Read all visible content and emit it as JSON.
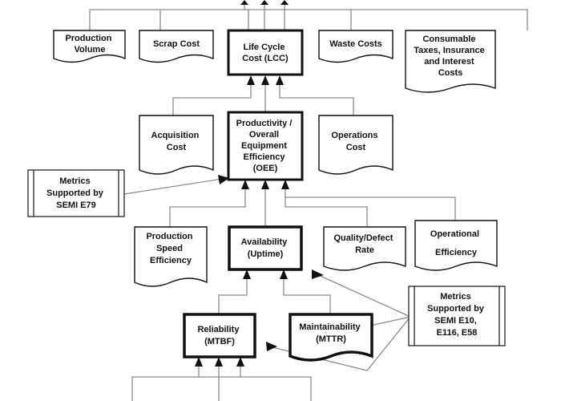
{
  "diagram": {
    "nodes": {
      "production_volume": {
        "lines": [
          "Production",
          "Volume"
        ]
      },
      "scrap_cost": {
        "lines": [
          "Scrap Cost"
        ]
      },
      "lcc": {
        "lines": [
          "Life Cycle",
          "Cost (LCC)"
        ]
      },
      "waste_costs": {
        "lines": [
          "Waste Costs"
        ]
      },
      "consumable": {
        "lines": [
          "Consumable",
          "Taxes, Insurance",
          "and Interest",
          "Costs"
        ]
      },
      "acquisition_cost": {
        "lines": [
          "Acquisition",
          "Cost"
        ]
      },
      "oee": {
        "lines": [
          "Productivity /",
          "Overall",
          "Equipment",
          "Efficiency",
          "(OEE)"
        ]
      },
      "operations_cost": {
        "lines": [
          "Operations",
          "Cost"
        ]
      },
      "metrics_e79": {
        "lines": [
          "Metrics",
          "Supported by",
          "SEMI E79"
        ]
      },
      "production_speed": {
        "lines": [
          "Production",
          "Speed",
          "Efficiency"
        ]
      },
      "availability": {
        "lines": [
          "Availability",
          "(Uptime)"
        ]
      },
      "quality_defect": {
        "lines": [
          "Quality/Defect",
          "Rate"
        ]
      },
      "operational_efficiency": {
        "lines": [
          "Operational",
          "Efficiency"
        ]
      },
      "metrics_e10": {
        "lines": [
          "Metrics",
          "Supported by",
          "SEMI E10,",
          "E116, E58"
        ]
      },
      "reliability": {
        "lines": [
          "Reliability",
          "(MTBF)"
        ]
      },
      "maintainability": {
        "lines": [
          "Maintainability",
          "(MTTR)"
        ]
      }
    }
  }
}
